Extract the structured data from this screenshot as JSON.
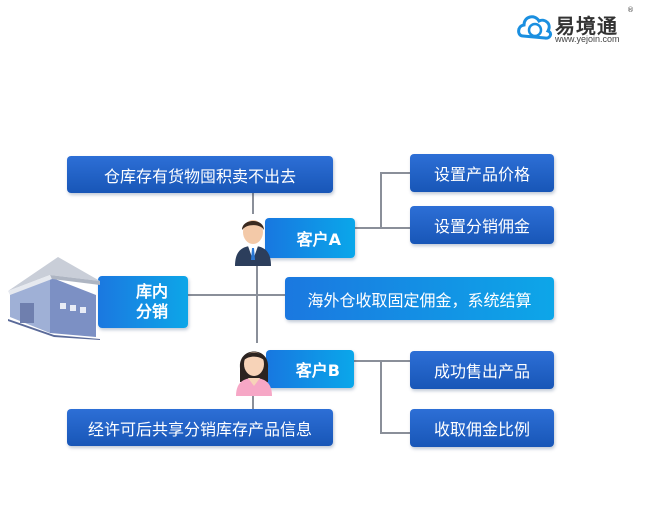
{
  "logo": {
    "name": "易境通",
    "url": "www.yejoin.com",
    "registered": "®"
  },
  "diagram": {
    "top_left_note": "仓库存有货物囤积卖不出去",
    "customer_a": "客户A",
    "a_action_1": "设置产品价格",
    "a_action_2": "设置分销佣金",
    "warehouse_label_line1": "库内",
    "warehouse_label_line2": "分销",
    "overseas_note": "海外仓收取固定佣金，系统结算",
    "customer_b": "客户B",
    "b_action_1": "成功售出产品",
    "b_action_2": "收取佣金比例",
    "bottom_left_note": "经许可后共享分销库存产品信息"
  }
}
